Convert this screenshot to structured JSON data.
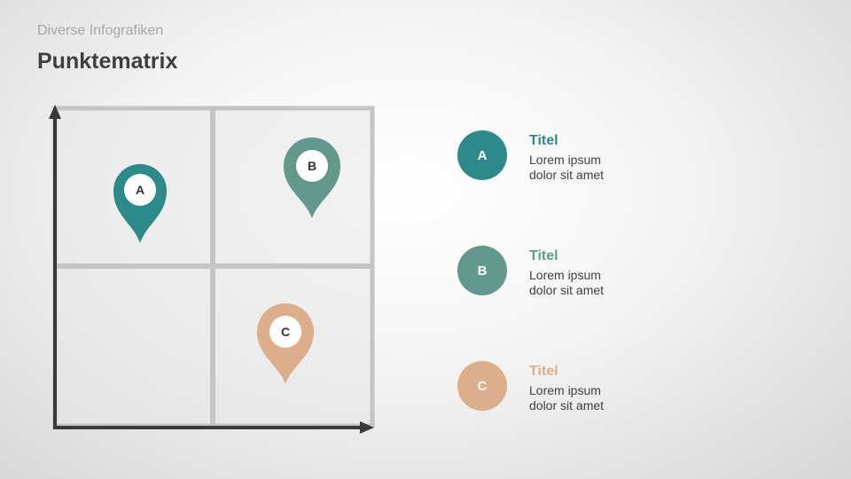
{
  "header": {
    "subtitle": "Diverse Infografiken",
    "title": "Punktematrix"
  },
  "colors": {
    "a": "#2e8a8a",
    "b": "#62998c",
    "c": "#dcae8c",
    "grid": "#c4c4c4",
    "axis": "#3a3a3a"
  },
  "pins": [
    {
      "label": "A"
    },
    {
      "label": "B"
    },
    {
      "label": "C"
    }
  ],
  "legend": [
    {
      "badge": "A",
      "title": "Titel",
      "line1": "Lorem ipsum",
      "line2": "dolor sit amet"
    },
    {
      "badge": "B",
      "title": "Titel",
      "line1": "Lorem ipsum",
      "line2": "dolor sit amet"
    },
    {
      "badge": "C",
      "title": "Titel",
      "line1": "Lorem ipsum",
      "line2": "dolor sit amet"
    }
  ]
}
